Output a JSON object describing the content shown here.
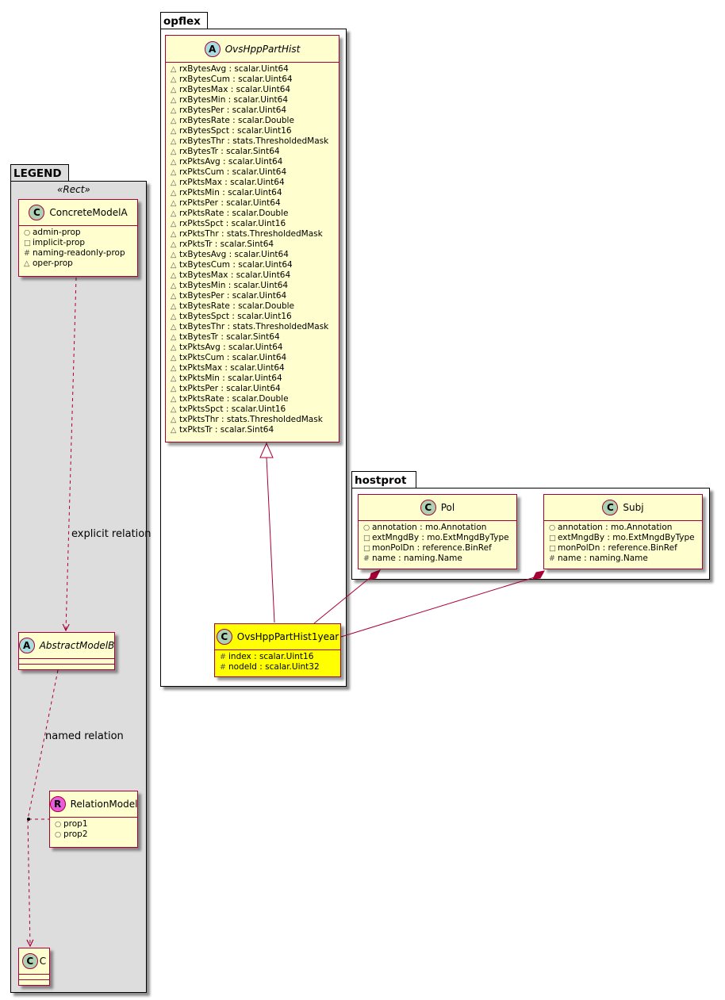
{
  "packages": {
    "legend": {
      "name": "LEGEND",
      "stereotype": "«Rect»"
    },
    "opflex": {
      "name": "opflex"
    },
    "hostprot": {
      "name": "hostprot"
    }
  },
  "legend": {
    "concrete": {
      "badge": "C",
      "name": "ConcreteModelA",
      "attrs": [
        {
          "vis": "○",
          "text": "admin-prop"
        },
        {
          "vis": "□",
          "text": "implicit-prop"
        },
        {
          "vis": "#",
          "text": "naming-readonly-prop"
        },
        {
          "vis": "△",
          "text": "oper-prop"
        }
      ]
    },
    "abstract": {
      "badge": "A",
      "name": "AbstractModelB"
    },
    "relation_model": {
      "badge": "R",
      "name": "RelationModel",
      "attrs": [
        {
          "vis": "○",
          "text": "prop1"
        },
        {
          "vis": "○",
          "text": "prop2"
        }
      ]
    },
    "c": {
      "badge": "C",
      "name": "C"
    },
    "explicit_label": "explicit relation",
    "named_label": "named relation"
  },
  "opflex": {
    "hist": {
      "badge": "A",
      "name": "OvsHppPartHist",
      "attrs": [
        {
          "vis": "△",
          "text": "rxBytesAvg : scalar.Uint64"
        },
        {
          "vis": "△",
          "text": "rxBytesCum : scalar.Uint64"
        },
        {
          "vis": "△",
          "text": "rxBytesMax : scalar.Uint64"
        },
        {
          "vis": "△",
          "text": "rxBytesMin : scalar.Uint64"
        },
        {
          "vis": "△",
          "text": "rxBytesPer : scalar.Uint64"
        },
        {
          "vis": "△",
          "text": "rxBytesRate : scalar.Double"
        },
        {
          "vis": "△",
          "text": "rxBytesSpct : scalar.Uint16"
        },
        {
          "vis": "△",
          "text": "rxBytesThr : stats.ThresholdedMask"
        },
        {
          "vis": "△",
          "text": "rxBytesTr : scalar.Sint64"
        },
        {
          "vis": "△",
          "text": "rxPktsAvg : scalar.Uint64"
        },
        {
          "vis": "△",
          "text": "rxPktsCum : scalar.Uint64"
        },
        {
          "vis": "△",
          "text": "rxPktsMax : scalar.Uint64"
        },
        {
          "vis": "△",
          "text": "rxPktsMin : scalar.Uint64"
        },
        {
          "vis": "△",
          "text": "rxPktsPer : scalar.Uint64"
        },
        {
          "vis": "△",
          "text": "rxPktsRate : scalar.Double"
        },
        {
          "vis": "△",
          "text": "rxPktsSpct : scalar.Uint16"
        },
        {
          "vis": "△",
          "text": "rxPktsThr : stats.ThresholdedMask"
        },
        {
          "vis": "△",
          "text": "rxPktsTr : scalar.Sint64"
        },
        {
          "vis": "△",
          "text": "txBytesAvg : scalar.Uint64"
        },
        {
          "vis": "△",
          "text": "txBytesCum : scalar.Uint64"
        },
        {
          "vis": "△",
          "text": "txBytesMax : scalar.Uint64"
        },
        {
          "vis": "△",
          "text": "txBytesMin : scalar.Uint64"
        },
        {
          "vis": "△",
          "text": "txBytesPer : scalar.Uint64"
        },
        {
          "vis": "△",
          "text": "txBytesRate : scalar.Double"
        },
        {
          "vis": "△",
          "text": "txBytesSpct : scalar.Uint16"
        },
        {
          "vis": "△",
          "text": "txBytesThr : stats.ThresholdedMask"
        },
        {
          "vis": "△",
          "text": "txBytesTr : scalar.Sint64"
        },
        {
          "vis": "△",
          "text": "txPktsAvg : scalar.Uint64"
        },
        {
          "vis": "△",
          "text": "txPktsCum : scalar.Uint64"
        },
        {
          "vis": "△",
          "text": "txPktsMax : scalar.Uint64"
        },
        {
          "vis": "△",
          "text": "txPktsMin : scalar.Uint64"
        },
        {
          "vis": "△",
          "text": "txPktsPer : scalar.Uint64"
        },
        {
          "vis": "△",
          "text": "txPktsRate : scalar.Double"
        },
        {
          "vis": "△",
          "text": "txPktsSpct : scalar.Uint16"
        },
        {
          "vis": "△",
          "text": "txPktsThr : stats.ThresholdedMask"
        },
        {
          "vis": "△",
          "text": "txPktsTr : scalar.Sint64"
        }
      ]
    },
    "year": {
      "badge": "C",
      "name": "OvsHppPartHist1year",
      "attrs": [
        {
          "vis": "#",
          "text": "index : scalar.Uint16"
        },
        {
          "vis": "#",
          "text": "nodeId : scalar.Uint32"
        }
      ]
    }
  },
  "hostprot": {
    "pol": {
      "badge": "C",
      "name": "Pol",
      "attrs": [
        {
          "vis": "○",
          "text": "annotation : mo.Annotation"
        },
        {
          "vis": "□",
          "text": "extMngdBy : mo.ExtMngdByType"
        },
        {
          "vis": "□",
          "text": "monPolDn : reference.BinRef"
        },
        {
          "vis": "#",
          "text": "name : naming.Name"
        }
      ]
    },
    "subj": {
      "badge": "C",
      "name": "Subj",
      "attrs": [
        {
          "vis": "○",
          "text": "annotation : mo.Annotation"
        },
        {
          "vis": "□",
          "text": "extMngdBy : mo.ExtMngdByType"
        },
        {
          "vis": "□",
          "text": "monPolDn : reference.BinRef"
        },
        {
          "vis": "#",
          "text": "name : naming.Name"
        }
      ]
    }
  },
  "colors": {
    "class_fill": "#fefece",
    "class_border": "#a80036",
    "highlight_fill": "#ffff00",
    "legend_fill": "#dddddd",
    "badge_c": "#add1b2",
    "badge_a": "#a9dcdf",
    "badge_r": "#e85cdc"
  }
}
